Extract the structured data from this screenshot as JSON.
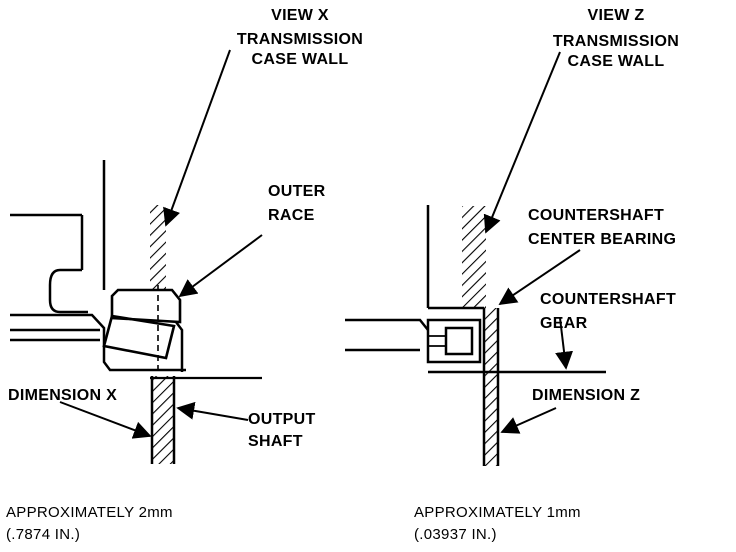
{
  "view_x": {
    "title": "VIEW X",
    "wall_label_line1": "TRANSMISSION",
    "wall_label_line2": "CASE WALL",
    "outer_race_line1": "OUTER",
    "outer_race_line2": "RACE",
    "dimension_label": "DIMENSION X",
    "output_shaft_line1": "OUTPUT",
    "output_shaft_line2": "SHAFT",
    "caption_line1": "APPROXIMATELY 2mm",
    "caption_line2": "(.7874 IN.)"
  },
  "view_z": {
    "title": "VIEW Z",
    "wall_label_line1": "TRANSMISSION",
    "wall_label_line2": "CASE WALL",
    "bearing_line1": "COUNTERSHAFT",
    "bearing_line2": "CENTER BEARING",
    "gear_line1": "COUNTERSHAFT",
    "gear_line2": "GEAR",
    "dimension_label": "DIMENSION Z",
    "caption_line1": "APPROXIMATELY 1mm",
    "caption_line2": "(.03937 IN.)"
  }
}
